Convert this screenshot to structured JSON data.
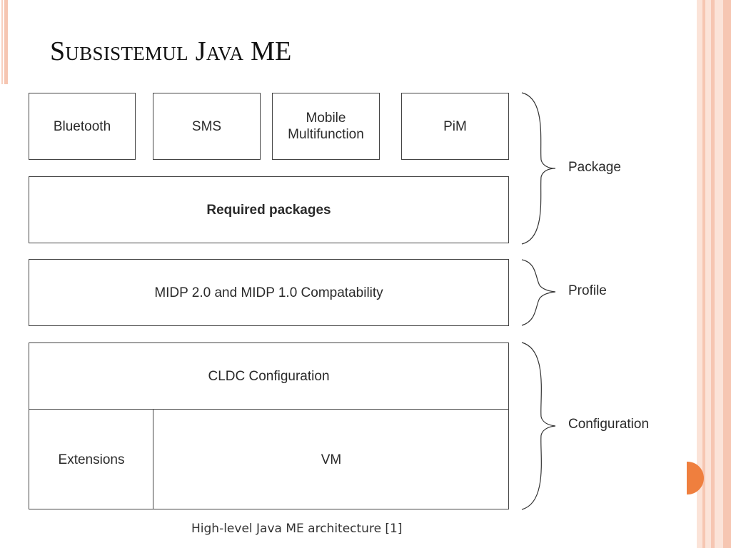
{
  "slide": {
    "title": "Subsistemul Java ME"
  },
  "diagram": {
    "packages": [
      {
        "label": "Bluetooth"
      },
      {
        "label": "SMS"
      },
      {
        "label": "Mobile\nMultifunction"
      },
      {
        "label": "PiM"
      }
    ],
    "required_packages": "Required packages",
    "profile_box": "MIDP 2.0 and MIDP 1.0 Compatability",
    "configuration_box": "CLDC Configuration",
    "extensions_box": "Extensions",
    "vm_box": "VM",
    "layers": {
      "package": "Package",
      "profile": "Profile",
      "configuration": "Configuration"
    },
    "caption": "High-level Java ME architecture [1]"
  },
  "theme": {
    "accent": "#ef7f3e",
    "stripe_light": "#fbe3d8",
    "stripe_medium": "#f6c6b2",
    "border": "#444444"
  }
}
